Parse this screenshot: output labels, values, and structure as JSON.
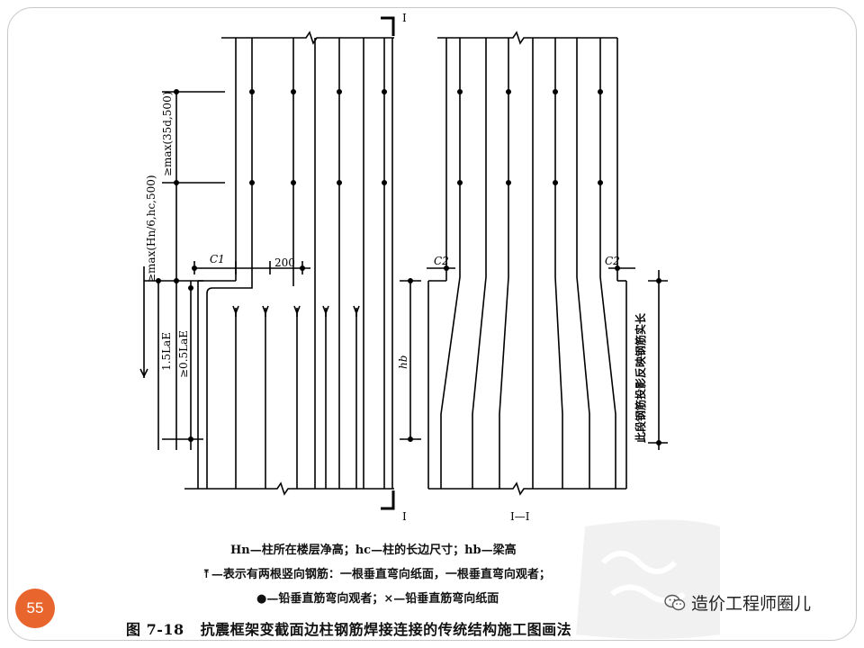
{
  "slide": {
    "page_number": "55"
  },
  "section_marks": {
    "top_label": "I",
    "bottom_label": "I",
    "section_caption": "I—I"
  },
  "dimensions": {
    "max_35d": "≥max(35d,500)",
    "max_hn": "≥max(Hn/6,hc,500)",
    "c1": "C1",
    "c2_left": "C2",
    "c2_right": "C2",
    "offset_200": "200",
    "lae_1_5": "1.5LaE",
    "lae_0_5": "≥0.5LaE",
    "hb": "hb",
    "vertical_note": "此段钢筋投影反映钢筋实长"
  },
  "legend": {
    "line1": "Hn—柱所在楼层净高；hc—柱的长边尺寸；hb—梁高",
    "line2": "⤒—表示有两根竖向钢筋：一根垂直弯向纸面，一根垂直弯向观者；",
    "line3": "●—铅垂直筋弯向观者；×—铅垂直筋弯向纸面"
  },
  "figure": {
    "number": "图 7-18",
    "title": "抗震框架变截面边柱钢筋焊接连接的传统结构施工图画法"
  },
  "watermark": {
    "text": "造价工程师圈儿",
    "icon": "wechat-icon"
  }
}
